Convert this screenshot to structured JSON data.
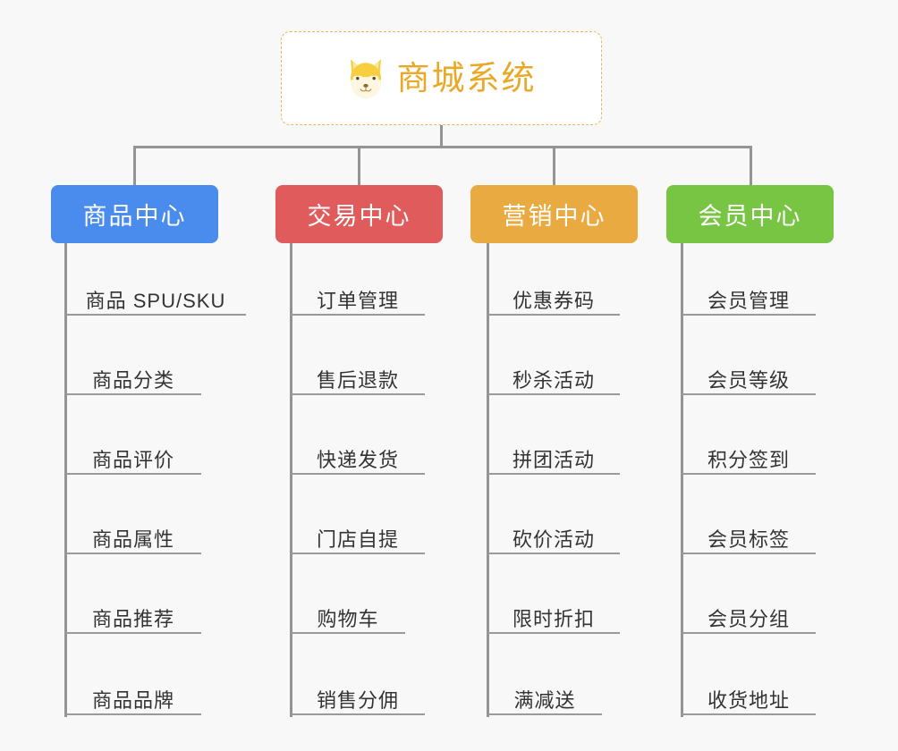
{
  "diagram": {
    "type": "mind-map-org-chart",
    "background_color": "#f8f8f8",
    "connector_color": "#949494",
    "root": {
      "title": "商城系统",
      "icon": "shiba-dog-icon",
      "text_color": "#e9a825",
      "border_color": "#e8b55c",
      "background_color": "#ffffff"
    },
    "branches": [
      {
        "label": "商品中心",
        "color": "#4a8ced",
        "leaves": [
          "商品 SPU/SKU",
          "商品分类",
          "商品评价",
          "商品属性",
          "商品推荐",
          "商品品牌"
        ]
      },
      {
        "label": "交易中心",
        "color": "#e05c5c",
        "leaves": [
          "订单管理",
          "售后退款",
          "快递发货",
          "门店自提",
          "购物车",
          "销售分佣"
        ]
      },
      {
        "label": "营销中心",
        "color": "#e9aa41",
        "leaves": [
          "优惠券码",
          "秒杀活动",
          "拼团活动",
          "砍价活动",
          "限时折扣",
          "满减送"
        ]
      },
      {
        "label": "会员中心",
        "color": "#78c543",
        "leaves": [
          "会员管理",
          "会员等级",
          "积分签到",
          "会员标签",
          "会员分组",
          "收货地址"
        ]
      }
    ]
  }
}
